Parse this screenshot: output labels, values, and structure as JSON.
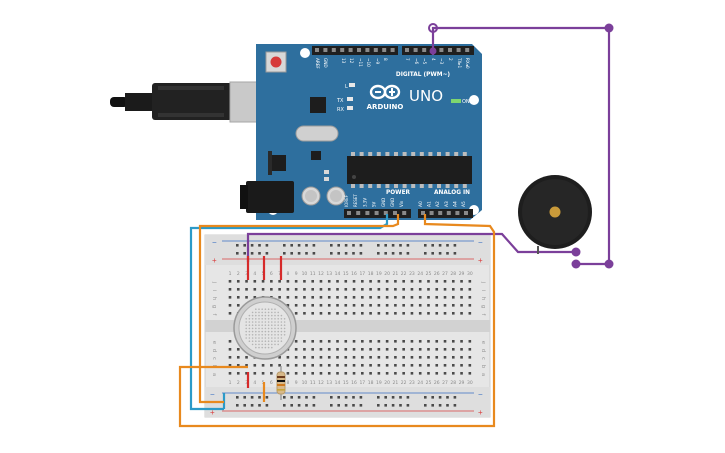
{
  "board": {
    "brand": "ARDUINO",
    "model": "UNO",
    "digital_header": "DIGITAL (PWM~)",
    "power_header": "POWER",
    "analog_header": "ANALOG IN",
    "led_l": "L",
    "led_tx": "TX",
    "led_rx": "RX",
    "led_on": "ON",
    "digital_pins": [
      "AREF",
      "GND",
      "13",
      "12",
      "~11",
      "~10",
      "~9",
      "8",
      "7",
      "~6",
      "~5",
      "4",
      "~3",
      "2",
      "TX▸1",
      "RX◂0"
    ],
    "power_pins": [
      "IOREF",
      "RESET",
      "3.3V",
      "5V",
      "GND",
      "GND",
      "Vin"
    ],
    "analog_pins": [
      "A0",
      "A1",
      "A2",
      "A3",
      "A4",
      "A5"
    ]
  },
  "breadboard": {
    "rail_plus": "+",
    "rail_minus": "−",
    "columns": [
      "1",
      "2",
      "3",
      "4",
      "5",
      "6",
      "7",
      "8",
      "9",
      "10",
      "11",
      "12",
      "13",
      "14",
      "15",
      "16",
      "17",
      "18",
      "19",
      "20",
      "21",
      "22",
      "23",
      "24",
      "25",
      "26",
      "27",
      "28",
      "29",
      "30"
    ],
    "rows_top": [
      "j",
      "i",
      "h",
      "g",
      "f"
    ],
    "rows_bottom": [
      "e",
      "d",
      "c",
      "b",
      "a"
    ]
  },
  "colors": {
    "board": "#2e6f9e",
    "wire_purple": "#7b3f9a",
    "wire_orange": "#e8891e",
    "wire_teal": "#2b9ac8",
    "wire_red": "#d62a2a",
    "rail_red": "#d94040",
    "rail_blue": "#3a6fc2"
  }
}
